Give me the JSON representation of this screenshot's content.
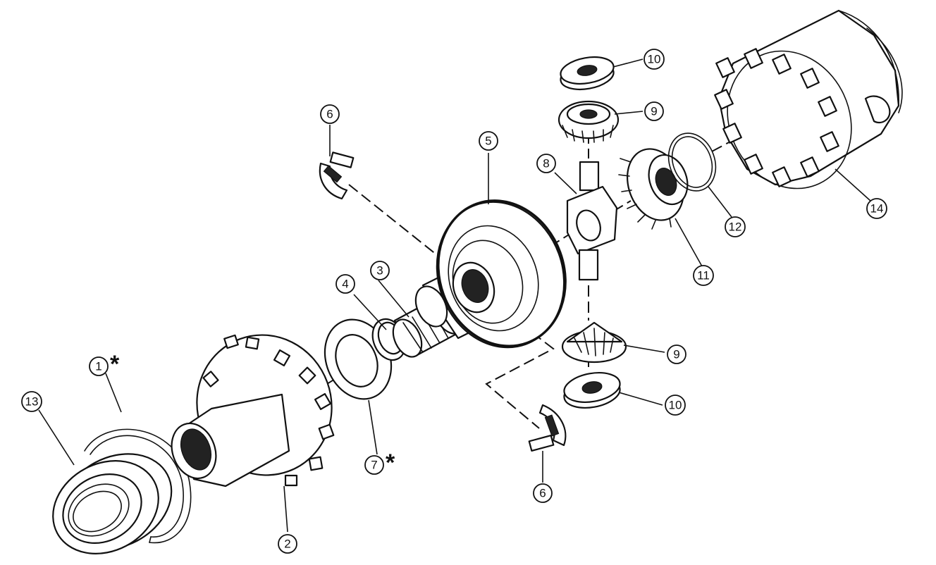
{
  "callouts": {
    "c1": "1",
    "c2": "2",
    "c3": "3",
    "c4": "4",
    "c5": "5",
    "c6_top": "6",
    "c6_bottom": "6",
    "c7": "7",
    "c8": "8",
    "c9_top": "9",
    "c9_bottom": "9",
    "c10_top": "10",
    "c10_bottom": "10",
    "c11": "11",
    "c12": "12",
    "c13": "13",
    "c14": "14"
  },
  "marks": {
    "asterisk_1": "*",
    "asterisk_7": "*"
  }
}
